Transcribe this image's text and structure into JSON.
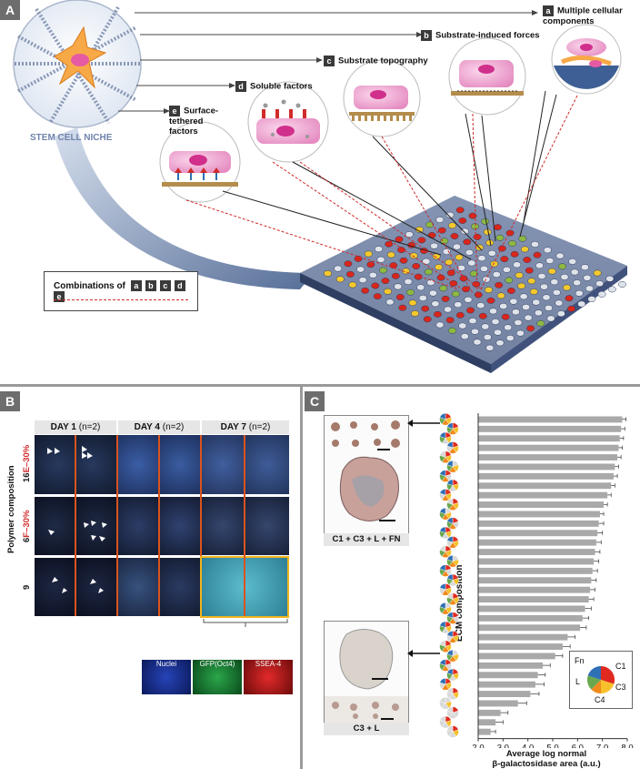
{
  "panel_a": {
    "label": "A",
    "niche_label": "STEM CELL NICHE",
    "callouts": [
      {
        "tag": "a",
        "text": "Multiple cellular components"
      },
      {
        "tag": "b",
        "text": "Substrate-induced forces"
      },
      {
        "tag": "c",
        "text": "Substrate topography"
      },
      {
        "tag": "d",
        "text": "Soluble factors"
      },
      {
        "tag": "e",
        "text": "Surface-tethered factors"
      }
    ],
    "legend": {
      "text": "Combinations of",
      "tags": [
        "a",
        "b",
        "c",
        "d",
        "e"
      ]
    }
  },
  "panel_b": {
    "label": "B",
    "columns": [
      {
        "day": "DAY 1",
        "n": "(n=2)"
      },
      {
        "day": "DAY 4",
        "n": "(n=2)"
      },
      {
        "day": "DAY 7",
        "n": "(n=2)"
      }
    ],
    "row_axis_label": "Polymer composition",
    "rows": [
      {
        "black": "16",
        "red": "E–30%"
      },
      {
        "black": "6",
        "red": "F–30%"
      },
      {
        "black": "9",
        "red": ""
      }
    ],
    "stains": [
      "Nuclei",
      "GFP(Oct4)",
      "SSEA-4"
    ]
  },
  "panel_c": {
    "label": "C",
    "top_inset_caption": "C1 + C3 + L + FN",
    "bottom_inset_caption": "C3 + L",
    "y_axis_label": "ECM composition",
    "x_axis_label_line1": "Average log normal",
    "x_axis_label_line2": "β-galactosidase area (a.u.)",
    "pie_legend": {
      "Fn": "Fn",
      "C1": "C1",
      "C3": "C3",
      "C4": "C4",
      "L": "L"
    },
    "colors": {
      "C1": "#e02a1f",
      "C3": "#f6c12b",
      "C4": "#f08a1c",
      "L": "#6aa84f",
      "Fn": "#2e6fb5",
      "empty": "#d8d8d8"
    }
  },
  "chart_data": {
    "type": "bar",
    "orientation": "horizontal",
    "xlabel": "Average log normal β-galactosidase area (a.u.)",
    "ylabel": "ECM composition",
    "xlim": [
      2.0,
      8.0
    ],
    "xticks": [
      "2.0",
      "3.0",
      "4.0",
      "5.0",
      "6.0",
      "7.0",
      "8.0"
    ],
    "values": [
      7.8,
      7.75,
      7.7,
      7.65,
      7.6,
      7.5,
      7.45,
      7.35,
      7.2,
      7.05,
      6.9,
      6.85,
      6.8,
      6.75,
      6.7,
      6.65,
      6.6,
      6.55,
      6.5,
      6.45,
      6.3,
      6.2,
      6.1,
      5.6,
      5.4,
      5.1,
      4.6,
      4.4,
      4.3,
      4.1,
      3.6,
      2.9,
      2.7,
      2.5
    ],
    "errors": [
      0.15,
      0.15,
      0.15,
      0.15,
      0.15,
      0.15,
      0.15,
      0.15,
      0.15,
      0.15,
      0.15,
      0.2,
      0.2,
      0.2,
      0.2,
      0.2,
      0.2,
      0.2,
      0.2,
      0.2,
      0.25,
      0.25,
      0.25,
      0.3,
      0.3,
      0.3,
      0.3,
      0.3,
      0.35,
      0.35,
      0.35,
      0.3,
      0.3,
      0.2
    ],
    "grid": false
  }
}
